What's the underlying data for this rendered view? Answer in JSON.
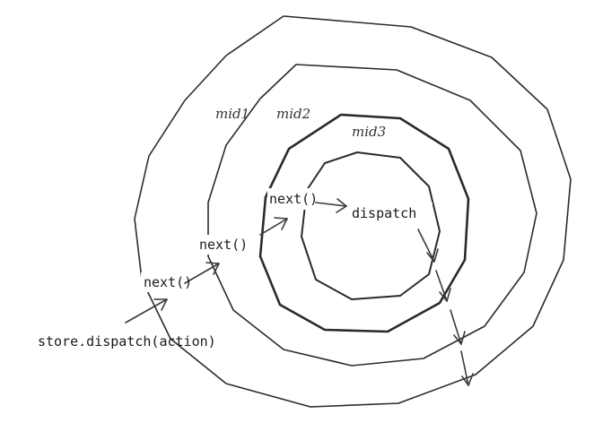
{
  "layers": {
    "outer": "mid1",
    "middle": "mid2",
    "inner": "mid3"
  },
  "calls": {
    "entry": "store.dispatch(action)",
    "next_1": "next()",
    "next_2": "next()",
    "next_3": "next()",
    "core": "dispatch"
  },
  "colors": {
    "line": "#2b2b2b",
    "text": "#1a1a1a"
  }
}
